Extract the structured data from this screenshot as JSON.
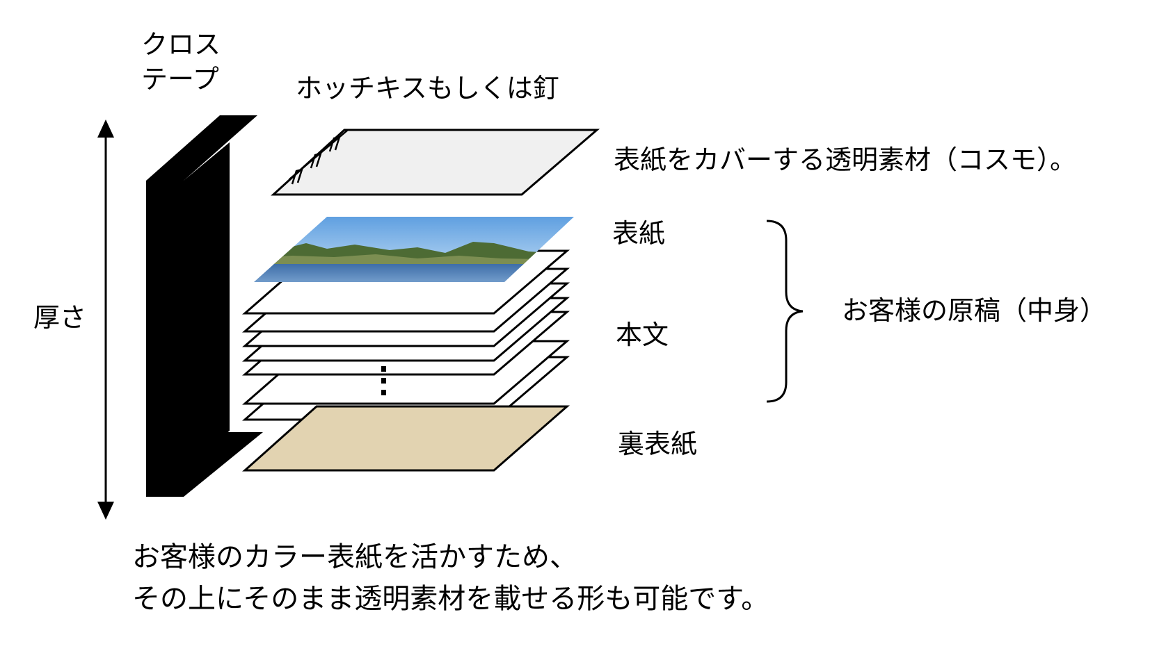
{
  "labels": {
    "cross_tape_line1": "クロス",
    "cross_tape_line2": "テープ",
    "staple": "ホッチキスもしくは釘",
    "cover_film": "表紙をカバーする透明素材（コスモ）。",
    "front_cover": "表紙",
    "body_text": "本文",
    "back_cover": "裏表紙",
    "thickness": "厚さ",
    "customer_content": "お客様の原稿（中身）"
  },
  "caption": {
    "line1": "お客様のカラー表紙を活かすため、",
    "line2": "その上にそのまま透明素材を載せる形も可能です。"
  },
  "colors": {
    "tape": "#000000",
    "film": "#f0f0f0",
    "back_cover": "#e2d3b1",
    "sky": "#8fc0ea",
    "water": "#4f7fb5",
    "hills": "#4d6b34"
  }
}
